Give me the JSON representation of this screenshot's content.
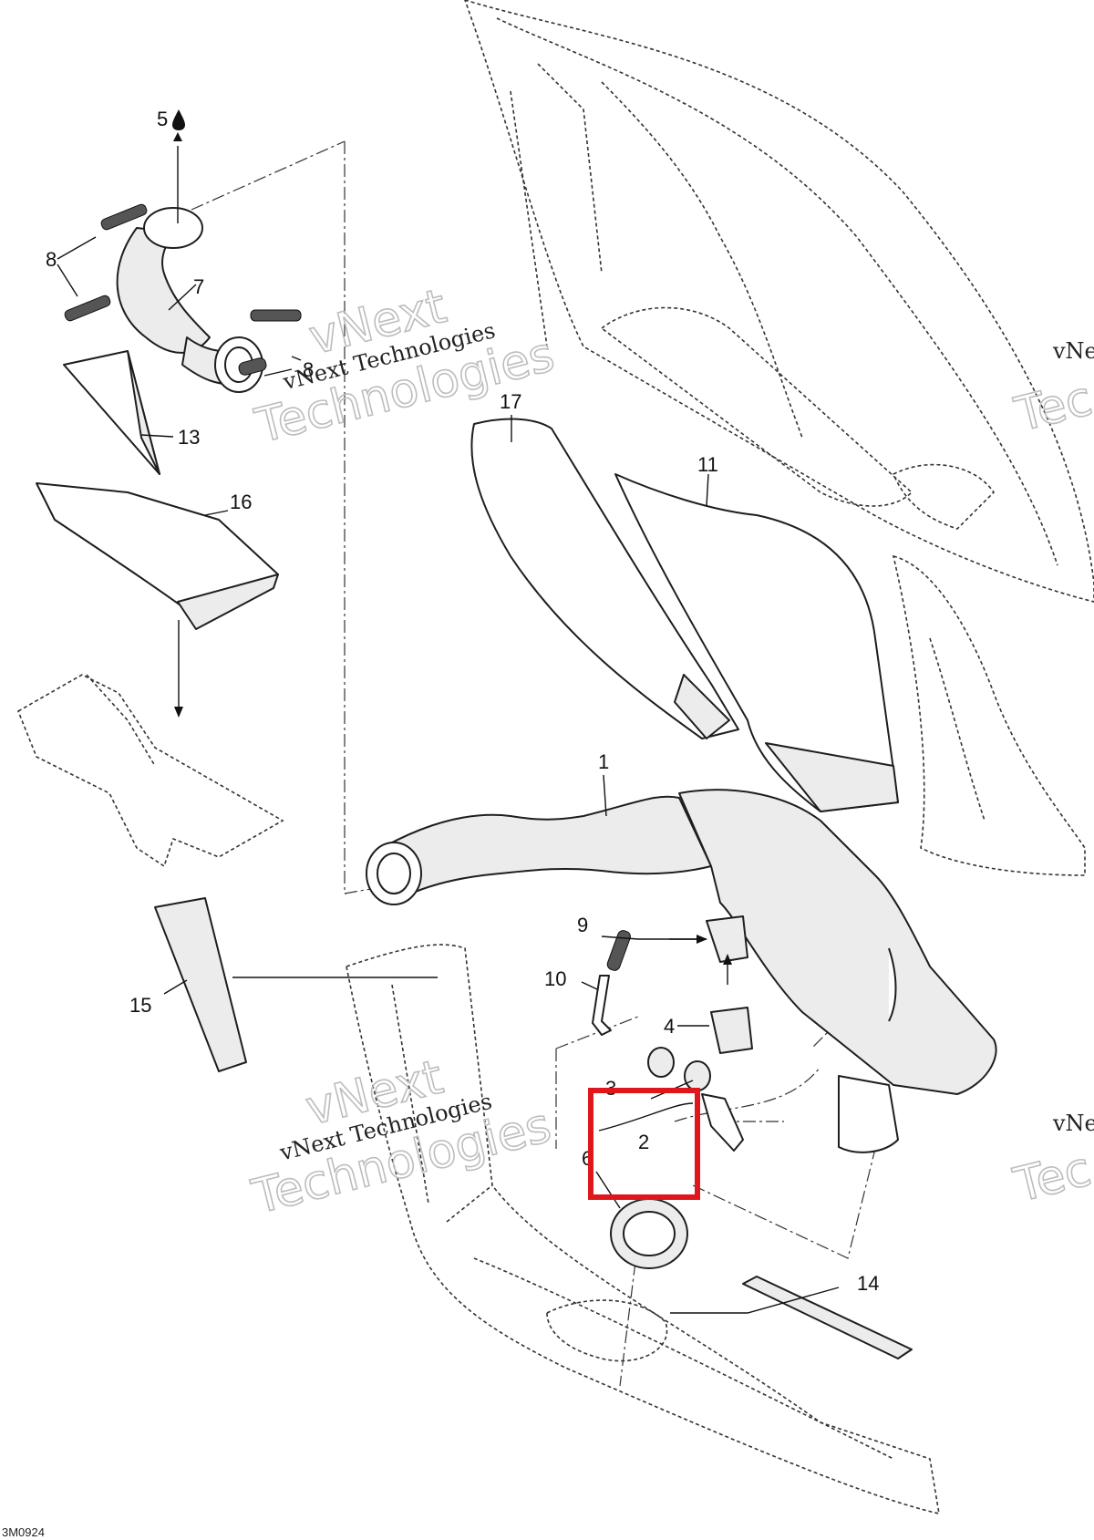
{
  "diagram": {
    "reference_code": "3M0924",
    "callouts": [
      {
        "id": "c5",
        "label": "5"
      },
      {
        "id": "c8a",
        "label": "8"
      },
      {
        "id": "c7",
        "label": "7"
      },
      {
        "id": "c8b",
        "label": "8"
      },
      {
        "id": "c13",
        "label": "13"
      },
      {
        "id": "c16",
        "label": "16"
      },
      {
        "id": "c17",
        "label": "17"
      },
      {
        "id": "c11",
        "label": "11"
      },
      {
        "id": "c1",
        "label": "1"
      },
      {
        "id": "c9",
        "label": "9"
      },
      {
        "id": "c10",
        "label": "10"
      },
      {
        "id": "c4",
        "label": "4"
      },
      {
        "id": "c3",
        "label": "3"
      },
      {
        "id": "c2",
        "label": "2"
      },
      {
        "id": "c6",
        "label": "6"
      },
      {
        "id": "c15",
        "label": "15"
      },
      {
        "id": "c14",
        "label": "14"
      }
    ],
    "watermarks": [
      {
        "line1": "vNext",
        "line2": "vNext Technologies",
        "line3": "Technologies"
      },
      {
        "line1": "vNext",
        "line2": "vNext Technologies",
        "line3": "Technologies"
      }
    ],
    "edge_watermarks": [
      "vNe",
      "Tec",
      "vNe",
      "Tec"
    ],
    "highlight": {
      "target_label": "2",
      "color": "#e0161d"
    }
  }
}
